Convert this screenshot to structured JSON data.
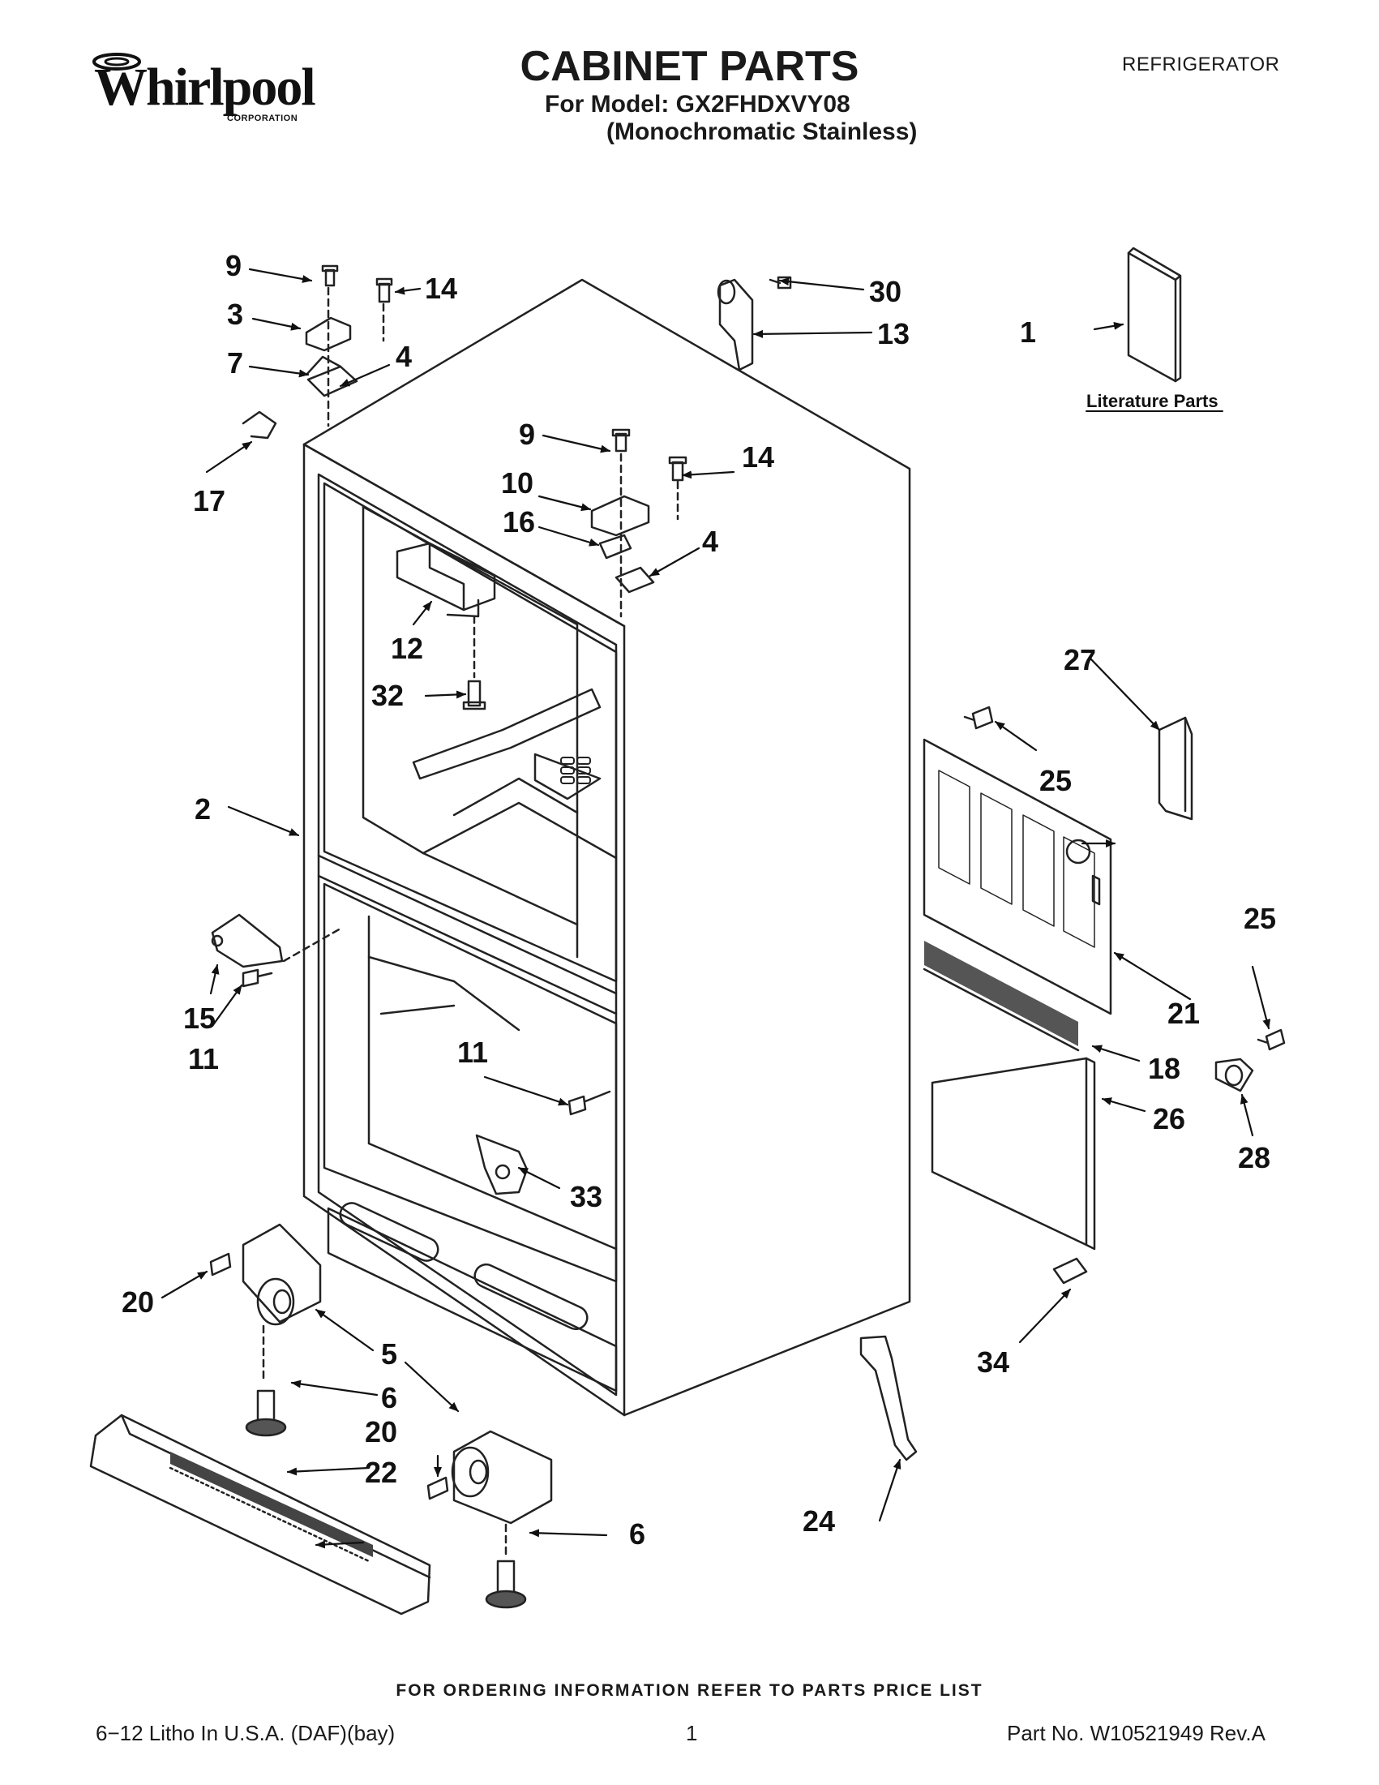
{
  "header": {
    "brand": "Whirlpool",
    "brand_sub": "CORPORATION",
    "title": "CABINET PARTS",
    "model_line": "For Model: GX2FHDXVY08",
    "variant_line": "(Monochromatic Stainless)",
    "category": "REFRIGERATOR"
  },
  "literature_label": "Literature Parts",
  "callouts": {
    "c1": "1",
    "c2": "2",
    "c3": "3",
    "c4a": "4",
    "c4b": "4",
    "c5": "5",
    "c6a": "6",
    "c6b": "6",
    "c7": "7",
    "c9a": "9",
    "c9b": "9",
    "c10": "10",
    "c11a": "11",
    "c11b": "11",
    "c12": "12",
    "c13": "13",
    "c14a": "14",
    "c14b": "14",
    "c15": "15",
    "c16": "16",
    "c17": "17",
    "c18": "18",
    "c20a": "20",
    "c20b": "20",
    "c21": "21",
    "c22": "22",
    "c24": "24",
    "c25a": "25",
    "c25b": "25",
    "c26": "26",
    "c27": "27",
    "c28": "28",
    "c30": "30",
    "c32": "32",
    "c33": "33",
    "c34": "34"
  },
  "footer": {
    "ordering_note": "FOR ORDERING INFORMATION REFER TO PARTS PRICE LIST",
    "litho": "6−12 Litho In U.S.A. (DAF)(bay)",
    "page": "1",
    "part_no": "Part No. W10521949 Rev.A"
  }
}
